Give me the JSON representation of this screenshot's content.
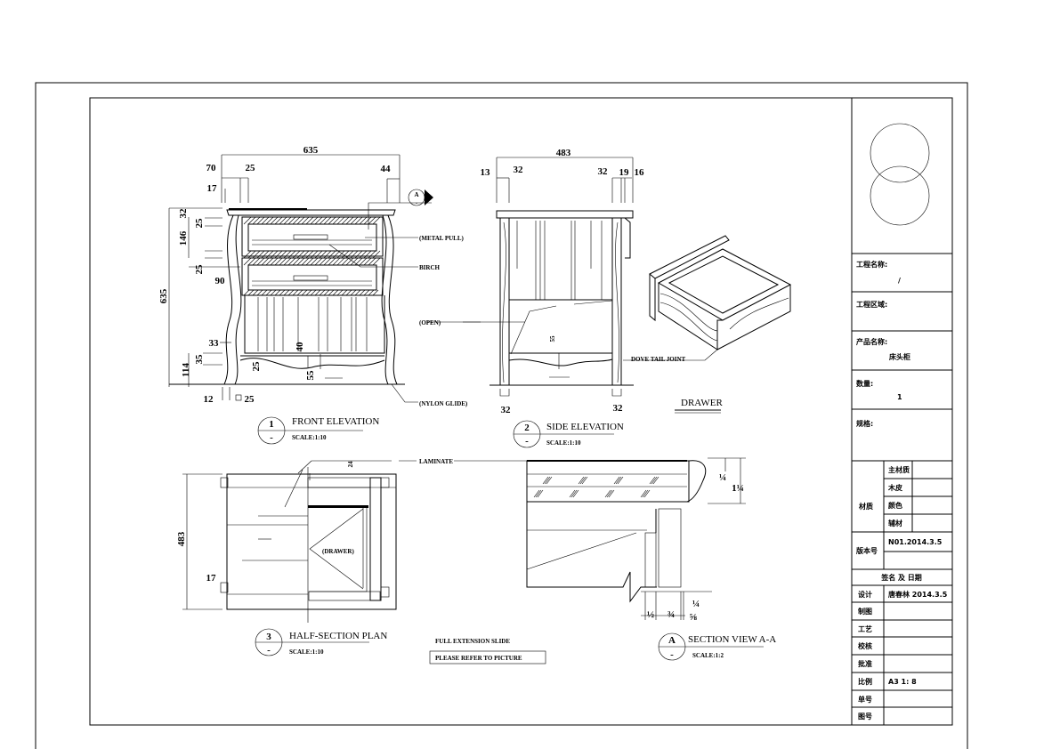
{
  "front_elevation": {
    "number": "1",
    "sub": "-",
    "title": "FRONT ELEVATION",
    "scale": "SCALE:1:10",
    "dims": [
      "635",
      "70",
      "25",
      "44",
      "17",
      "32",
      "25",
      "146",
      "25",
      "90",
      "635",
      "33",
      "35",
      "114",
      "25",
      "40",
      "55",
      "12",
      "25"
    ],
    "notes": {
      "metal_pull": "(METAL PULL)",
      "birch": "BIRCH",
      "open": "(OPEN)",
      "nylon_glide": "(NYLON GLIDE)"
    },
    "section_marker": {
      "letter": "A",
      "sub": "-"
    }
  },
  "side_elevation": {
    "number": "2",
    "sub": "-",
    "title": "SIDE ELEVATION",
    "scale": "SCALE:1:10",
    "dims": [
      "483",
      "13",
      "32",
      "32",
      "19",
      "16",
      "55",
      "32",
      "32"
    ]
  },
  "drawer": {
    "title": "DRAWER",
    "note": "DOVE TAIL JOINT"
  },
  "half_section_plan": {
    "number": "3",
    "sub": "-",
    "title": "HALF-SECTION PLAN",
    "scale": "SCALE:1:10",
    "dims": [
      "483",
      "24",
      "17"
    ],
    "drawer_label": "(DRAWER)",
    "laminate": "LAMINATE"
  },
  "section_view": {
    "letter": "A",
    "sub": "-",
    "title": "SECTION VIEW A-A",
    "scale": "SCALE:1:2",
    "dims": [
      "¼",
      "1¼",
      "½",
      "¾",
      "¼",
      "⅝"
    ]
  },
  "notes": {
    "slide": "FULL EXTENSION SLIDE",
    "refer": "PLEASE REFER TO PICTURE"
  },
  "title_block": {
    "project_name_label": "工程名称:",
    "project_name_value": "/",
    "project_area_label": "工程区域:",
    "product_name_label": "产品名称:",
    "product_name_value": "床头柜",
    "quantity_label": "数量:",
    "quantity_value": "1",
    "spec_label": "规格:",
    "material_label": "材质",
    "material_rows": [
      "主材质",
      "木皮",
      "颜色",
      "辅材"
    ],
    "version_label": "版本号",
    "version_value": "N01.2014.3.5",
    "signature_header": "签名 及 日期",
    "rows": [
      {
        "label": "设计",
        "value": "唐春林 2014.3.5"
      },
      {
        "label": "制图",
        "value": ""
      },
      {
        "label": "工艺",
        "value": ""
      },
      {
        "label": "校核",
        "value": ""
      },
      {
        "label": "批准",
        "value": ""
      },
      {
        "label": "比例",
        "value": "A3 1: 8"
      },
      {
        "label": "单号",
        "value": ""
      },
      {
        "label": "图号",
        "value": ""
      }
    ]
  }
}
